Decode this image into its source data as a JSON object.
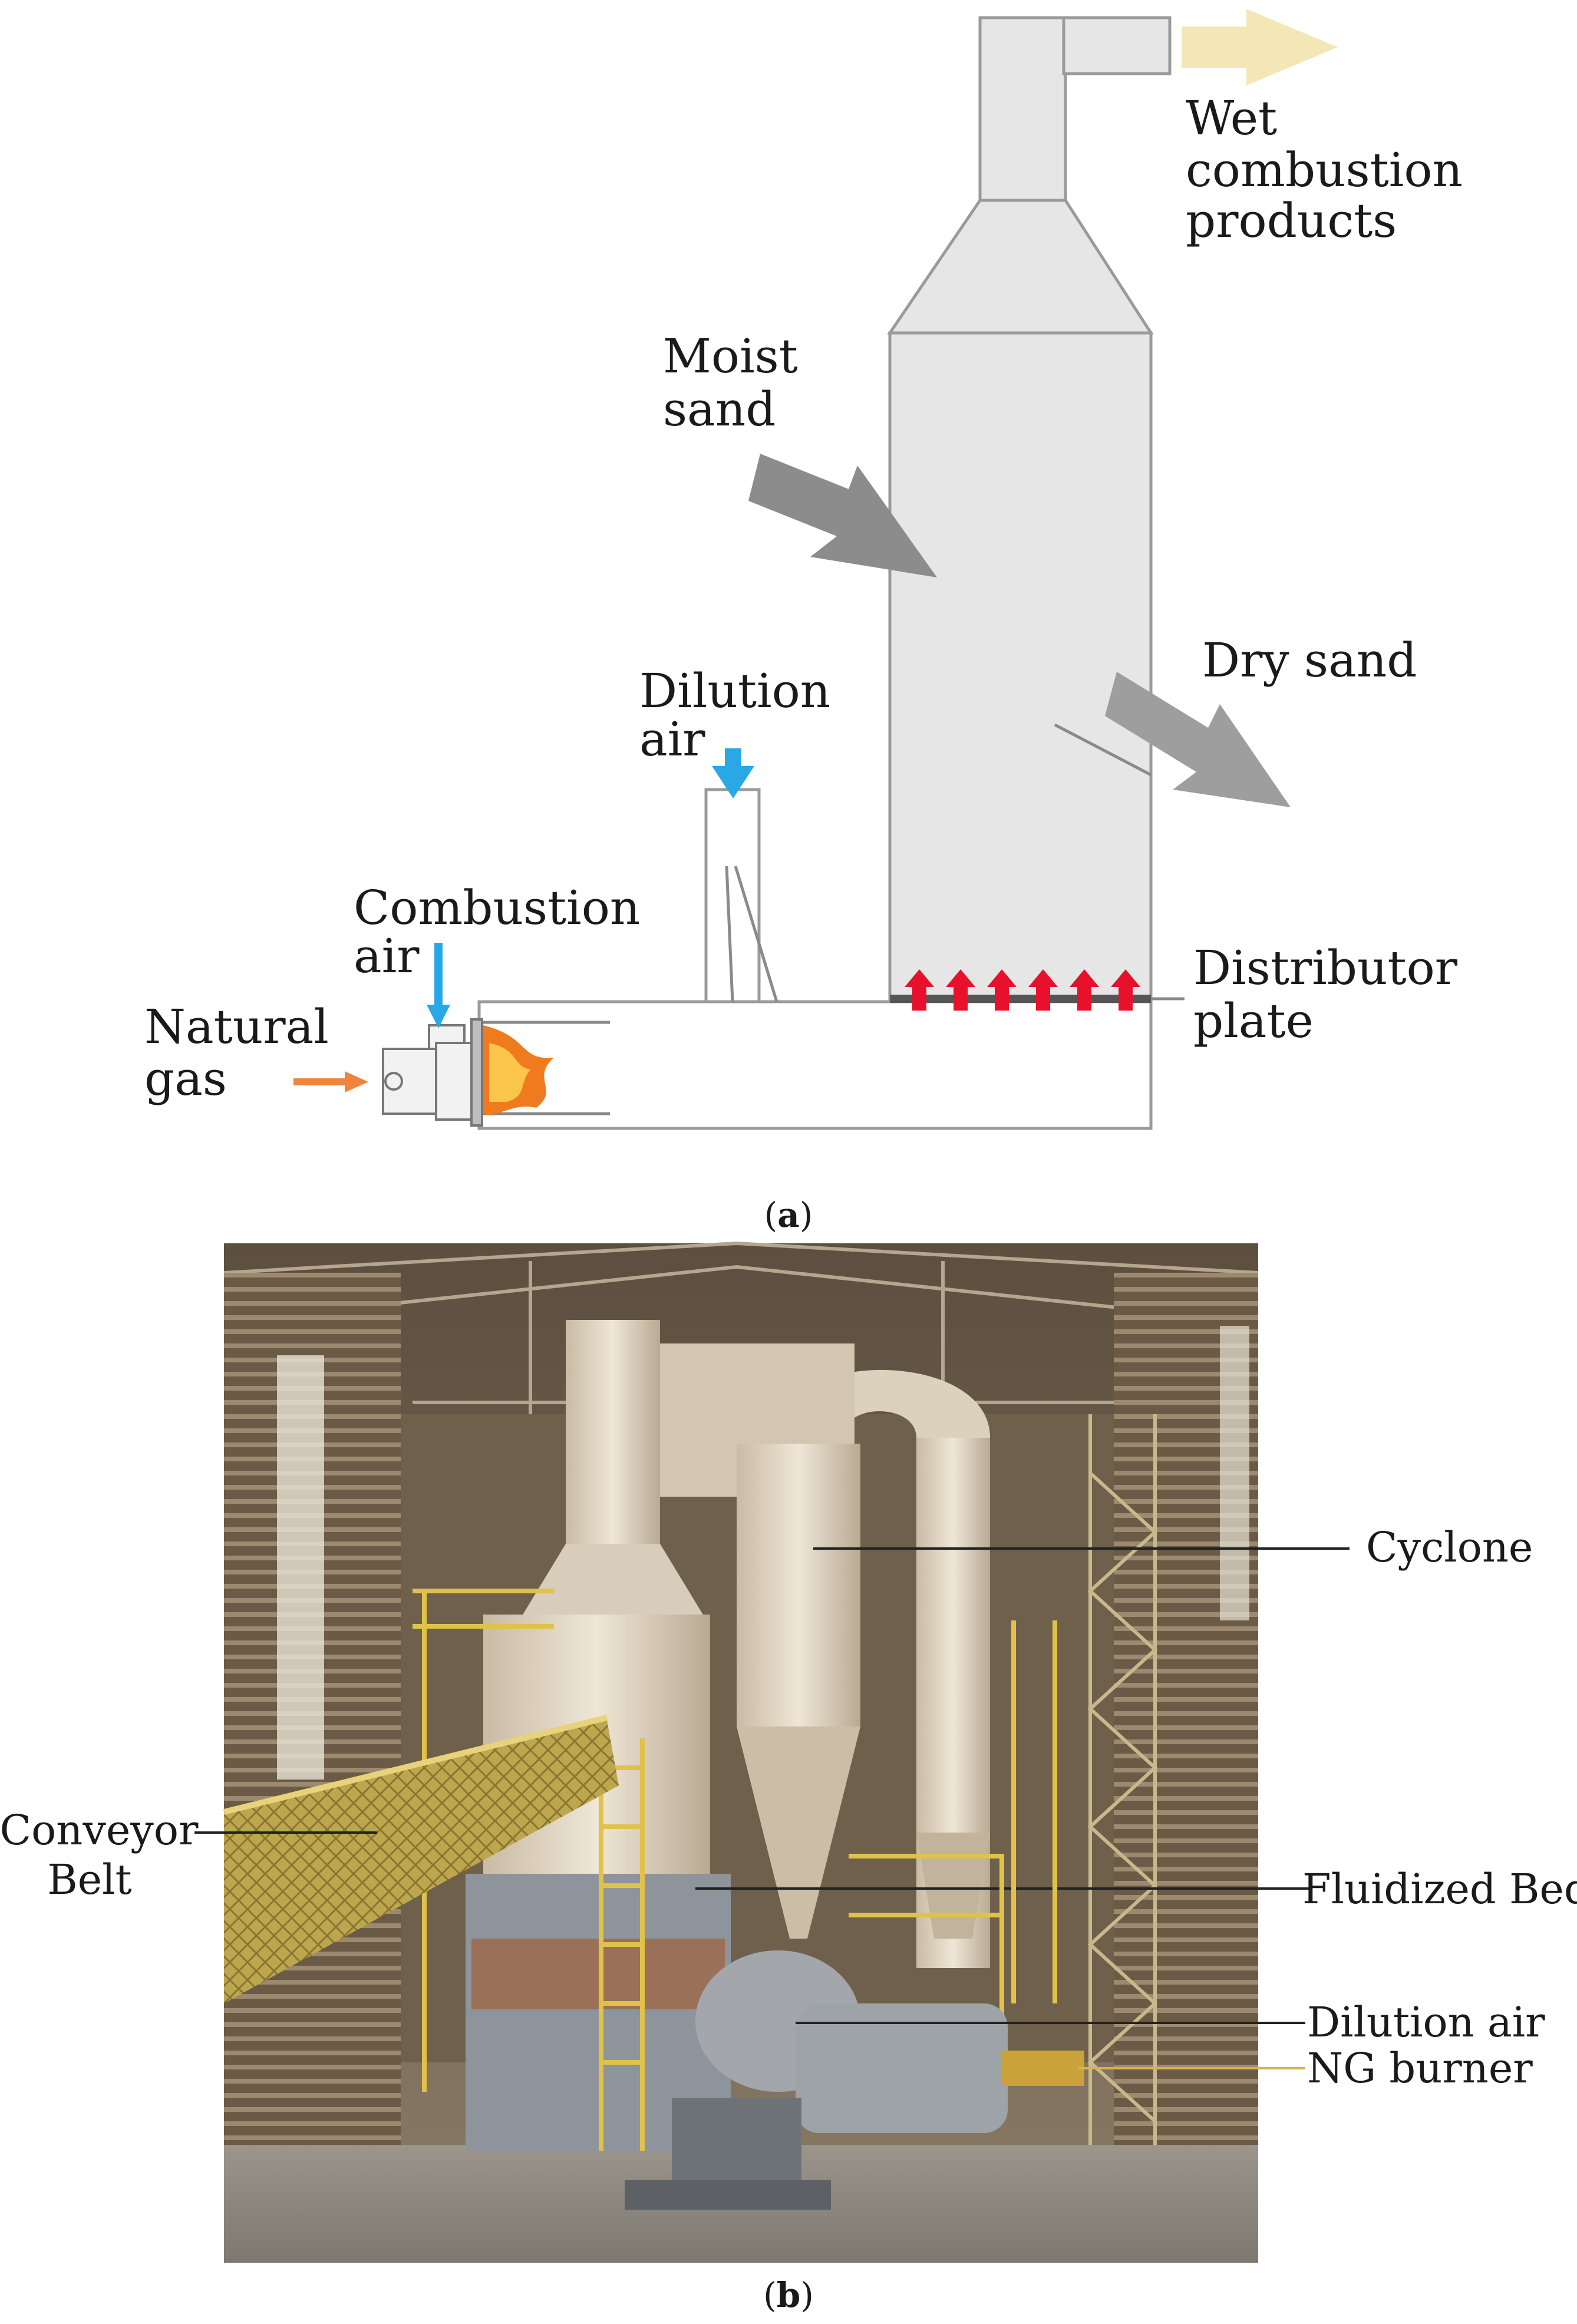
{
  "panel_a": {
    "caption": "(a)",
    "labels": {
      "wet_line1": "Wet",
      "wet_line2": "combustion",
      "wet_line3": "products",
      "moist_line1": "Moist",
      "moist_line2": "sand",
      "dry": "Dry sand",
      "dilution_line1": "Dilution",
      "dilution_line2": "air",
      "combustion_line1": "Combustion",
      "combustion_line2": "air",
      "natural_line1": "Natural",
      "natural_line2": "gas",
      "distributor_line1": "Distributor",
      "distributor_line2": "plate"
    },
    "colors": {
      "vessel_fill": "#e6e6e6",
      "vessel_stroke": "#9a9a9a",
      "wet_arrow": "#f3e7b6",
      "sand_arrow": "#8c8c8c",
      "air_arrow": "#29a8e6",
      "gas_arrow": "#f0843c",
      "flame": "#f07a1e",
      "distributor_arrows": "#e8102a"
    }
  },
  "panel_b": {
    "caption": "(b)",
    "labels": {
      "cyclone": "Cyclone",
      "conveyor_line1": "Conveyor",
      "conveyor_line2": "Belt",
      "fluidized_bed": "Fluidized Bed",
      "dilution_air": "Dilution air",
      "ng_burner": "NG burner"
    },
    "colors": {
      "structure": "#7a6a55",
      "equipment": "#d8cdbb",
      "steel_yellow": "#d9b84a",
      "floor": "#8a8680"
    }
  }
}
